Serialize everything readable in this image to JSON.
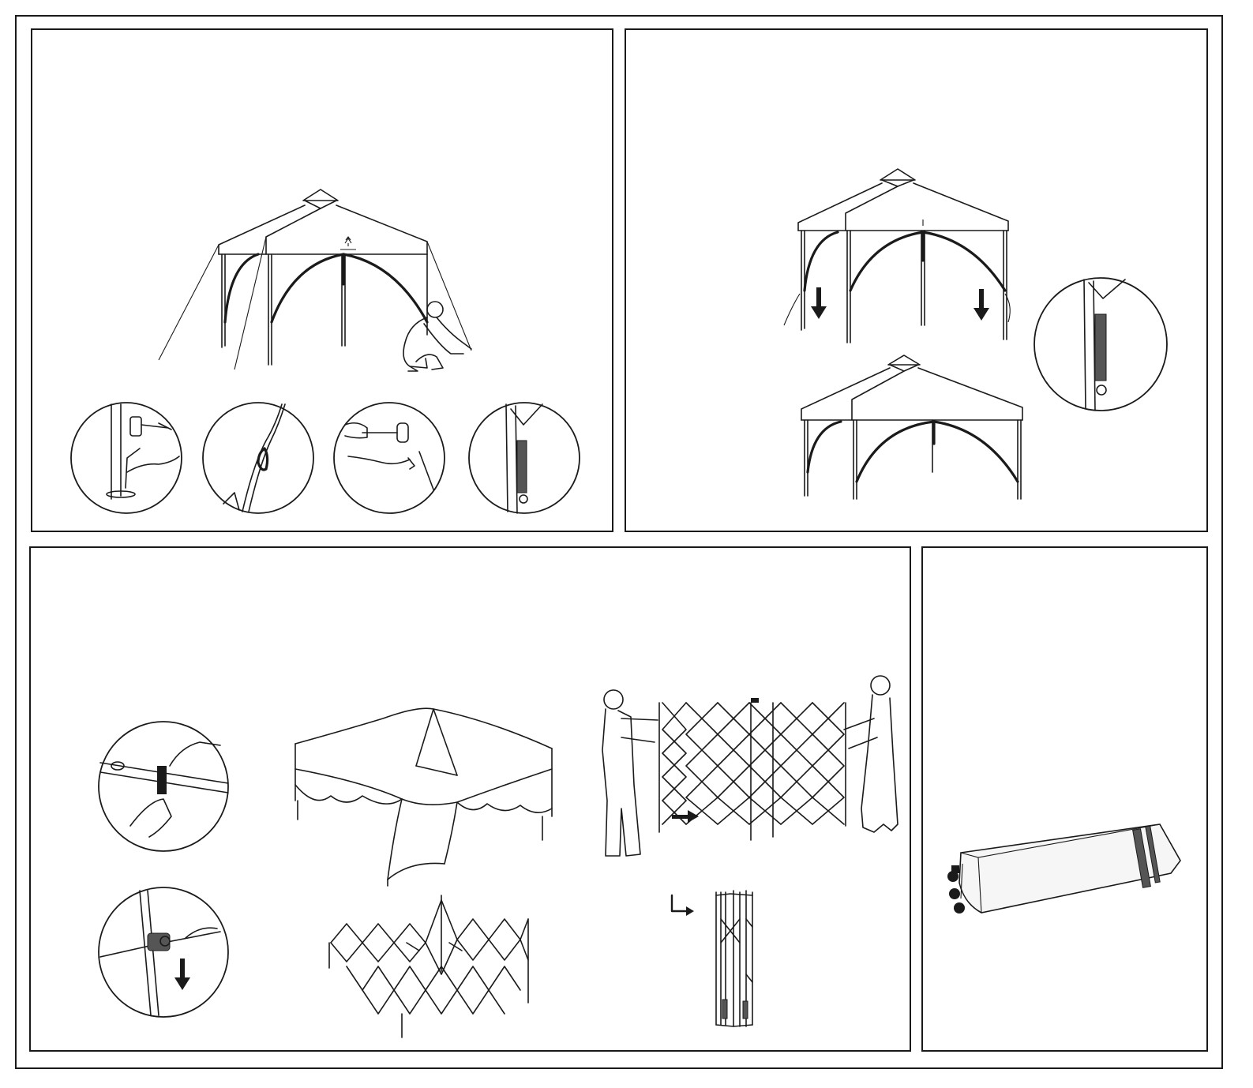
{
  "colors": {
    "line": "#1a1a1a",
    "background": "#ffffff",
    "strap": "#555555"
  },
  "panels": [
    {
      "name": "panel-stake-canopy",
      "icons": [
        "canopy-icon",
        "crouching-person-icon",
        "stake-ring-icon",
        "tension-cord-icon",
        "mallet-icon",
        "velcro-strap-icon"
      ]
    },
    {
      "name": "panel-lower-canopy",
      "icons": [
        "canopy-icon",
        "down-arrow-icon",
        "velcro-strap-icon"
      ]
    },
    {
      "name": "panel-fold-frame",
      "icons": [
        "strap-release-icon",
        "leg-lock-icon",
        "canopy-top-icon",
        "scissor-frame-icon",
        "two-people-icon",
        "right-arrow-icon",
        "folded-frame-icon"
      ]
    },
    {
      "name": "panel-carry-bag",
      "icons": [
        "wheeled-bag-icon"
      ]
    }
  ]
}
